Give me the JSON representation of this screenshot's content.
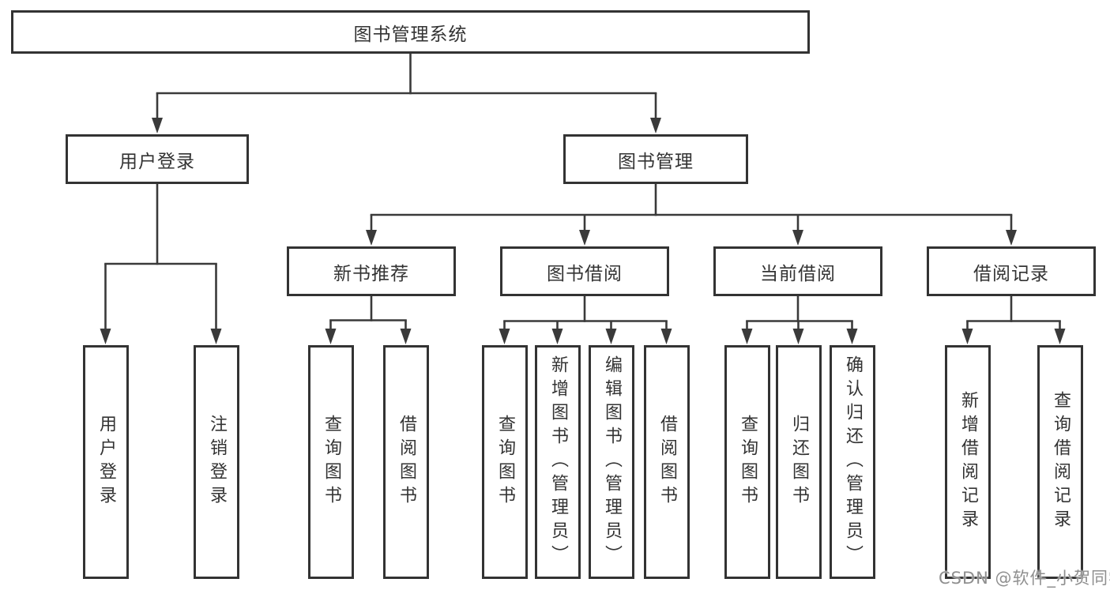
{
  "diagram": {
    "type": "hierarchy-tree",
    "title": "图书管理系统",
    "watermark": "CSDN @软件_小贺同学",
    "colors": {
      "line": "#3a3a3a",
      "box_border": "#333333",
      "text": "#333333",
      "watermark": "#8f8f8f",
      "background": "#ffffff"
    },
    "nodes": {
      "root": "图书管理系统",
      "user_login": "用户登录",
      "book_mgmt": "图书管理",
      "new_book_rec": "新书推荐",
      "book_borrow": "图书借阅",
      "current_borrow": "当前借阅",
      "borrow_record": "借阅记录",
      "leaf_user_login": "用户登录",
      "leaf_logout": "注销登录",
      "leaf_rec_query": "查询图书",
      "leaf_rec_borrow": "借阅图书",
      "leaf_bb_query": "查询图书",
      "leaf_bb_add": "新增图书（管理员）",
      "leaf_bb_edit": "编辑图书（管理员）",
      "leaf_bb_borrow": "借阅图书",
      "leaf_cb_query": "查询图书",
      "leaf_cb_return": "归还图书",
      "leaf_cb_confirm": "确认归还（管理员）",
      "leaf_br_add": "新增借阅记录",
      "leaf_br_query": "查询借阅记录"
    },
    "edges": [
      [
        "图书管理系统",
        "用户登录"
      ],
      [
        "图书管理系统",
        "图书管理"
      ],
      [
        "用户登录",
        "用户登录(叶)"
      ],
      [
        "用户登录",
        "注销登录"
      ],
      [
        "图书管理",
        "新书推荐"
      ],
      [
        "图书管理",
        "图书借阅"
      ],
      [
        "图书管理",
        "当前借阅"
      ],
      [
        "图书管理",
        "借阅记录"
      ],
      [
        "新书推荐",
        "查询图书"
      ],
      [
        "新书推荐",
        "借阅图书"
      ],
      [
        "图书借阅",
        "查询图书"
      ],
      [
        "图书借阅",
        "新增图书（管理员）"
      ],
      [
        "图书借阅",
        "编辑图书（管理员）"
      ],
      [
        "图书借阅",
        "借阅图书"
      ],
      [
        "当前借阅",
        "查询图书"
      ],
      [
        "当前借阅",
        "归还图书"
      ],
      [
        "当前借阅",
        "确认归还（管理员）"
      ],
      [
        "借阅记录",
        "新增借阅记录"
      ],
      [
        "借阅记录",
        "查询借阅记录"
      ]
    ]
  }
}
